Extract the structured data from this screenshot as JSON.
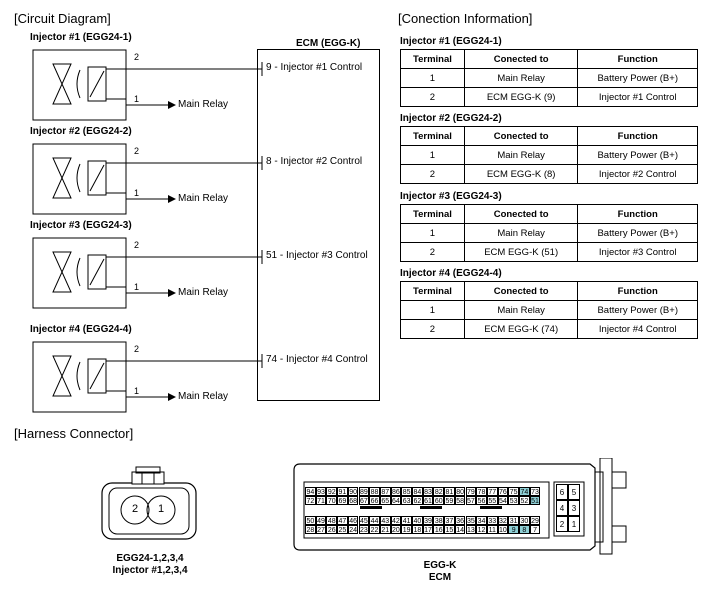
{
  "circuit": {
    "heading": "[Circuit Diagram]",
    "ecm_title": "ECM (EGG-K)",
    "injectors": [
      {
        "title": "Injector #1 (EGG24-1)",
        "pin_top": "2",
        "pin_bottom": "1",
        "relay": "Main Relay",
        "ecm_pin": "9 - Injector #1 Control"
      },
      {
        "title": "Injector #2 (EGG24-2)",
        "pin_top": "2",
        "pin_bottom": "1",
        "relay": "Main Relay",
        "ecm_pin": "8 - Injector #2 Control"
      },
      {
        "title": "Injector #3 (EGG24-3)",
        "pin_top": "2",
        "pin_bottom": "1",
        "relay": "Main Relay",
        "ecm_pin": "51 - Injector #3 Control"
      },
      {
        "title": "Injector #4 (EGG24-4)",
        "pin_top": "2",
        "pin_bottom": "1",
        "relay": "Main Relay",
        "ecm_pin": "74 - Injector #4 Control"
      }
    ]
  },
  "connection": {
    "heading": "[Conection Information]",
    "headers": [
      "Terminal",
      "Conected to",
      "Function"
    ],
    "tables": [
      {
        "title": "Injector #1 (EGG24-1)",
        "rows": [
          [
            "1",
            "Main Relay",
            "Battery Power (B+)"
          ],
          [
            "2",
            "ECM EGG-K (9)",
            "Injector #1 Control"
          ]
        ]
      },
      {
        "title": "Injector #2 (EGG24-2)",
        "rows": [
          [
            "1",
            "Main Relay",
            "Battery Power (B+)"
          ],
          [
            "2",
            "ECM EGG-K (8)",
            "Injector #2 Control"
          ]
        ]
      },
      {
        "title": "Injector #3 (EGG24-3)",
        "rows": [
          [
            "1",
            "Main Relay",
            "Battery Power (B+)"
          ],
          [
            "2",
            "ECM EGG-K (51)",
            "Injector #3 Control"
          ]
        ]
      },
      {
        "title": "Injector #4 (EGG24-4)",
        "rows": [
          [
            "1",
            "Main Relay",
            "Battery Power (B+)"
          ],
          [
            "2",
            "ECM EGG-K (74)",
            "Injector #4 Control"
          ]
        ]
      }
    ]
  },
  "harness": {
    "heading": "[Harness Connector]",
    "small_connector": {
      "pins": [
        "2",
        "1"
      ],
      "label_line1": "EGG24-1,2,3,4",
      "label_line2": "Injector #1,2,3,4"
    },
    "ecm_connector": {
      "label_line1": "EGG-K",
      "label_line2": "ECM",
      "highlight_color": "#8fd0d6",
      "highlighted_pins": [
        "74",
        "51",
        "9",
        "8"
      ],
      "row1": [
        "94",
        "93",
        "92",
        "91",
        "90",
        "89",
        "88",
        "87",
        "86",
        "85",
        "84",
        "83",
        "82",
        "81",
        "80",
        "79",
        "78",
        "77",
        "76",
        "75",
        "74",
        "73"
      ],
      "row2": [
        "72",
        "71",
        "70",
        "69",
        "68",
        "67",
        "66",
        "65",
        "64",
        "63",
        "62",
        "61",
        "60",
        "59",
        "58",
        "57",
        "56",
        "55",
        "54",
        "53",
        "52",
        "51"
      ],
      "row3": [
        "50",
        "49",
        "48",
        "47",
        "46",
        "45",
        "44",
        "43",
        "42",
        "41",
        "40",
        "39",
        "38",
        "37",
        "36",
        "35",
        "34",
        "33",
        "32",
        "31",
        "30",
        "29"
      ],
      "row4": [
        "28",
        "27",
        "26",
        "25",
        "24",
        "23",
        "22",
        "21",
        "20",
        "19",
        "18",
        "17",
        "16",
        "15",
        "14",
        "13",
        "12",
        "11",
        "10",
        "9",
        "8",
        "7"
      ],
      "side_pins": [
        [
          "6",
          "5"
        ],
        [
          "4",
          "3"
        ],
        [
          "2",
          "1"
        ]
      ]
    }
  }
}
